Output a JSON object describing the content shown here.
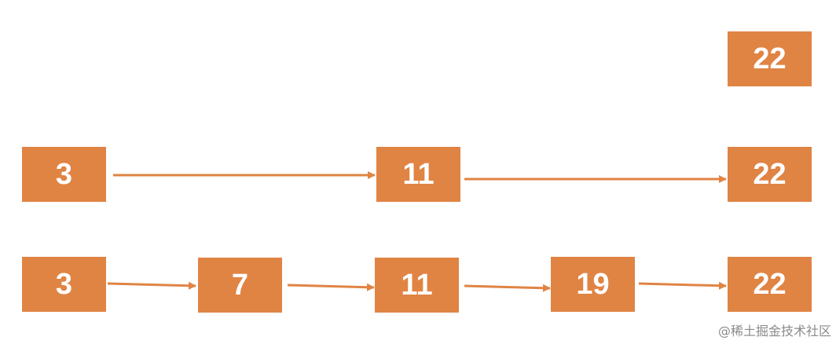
{
  "colors": {
    "node_fill": "#e08444",
    "node_text": "#ffffff",
    "arrow": "#e08444"
  },
  "levels": {
    "top": {
      "nodes": [
        "22"
      ]
    },
    "middle": {
      "nodes": [
        "3",
        "11",
        "22"
      ]
    },
    "bottom": {
      "nodes": [
        "3",
        "7",
        "11",
        "19",
        "22"
      ]
    }
  },
  "watermark": "@稀土掘金技术社区"
}
